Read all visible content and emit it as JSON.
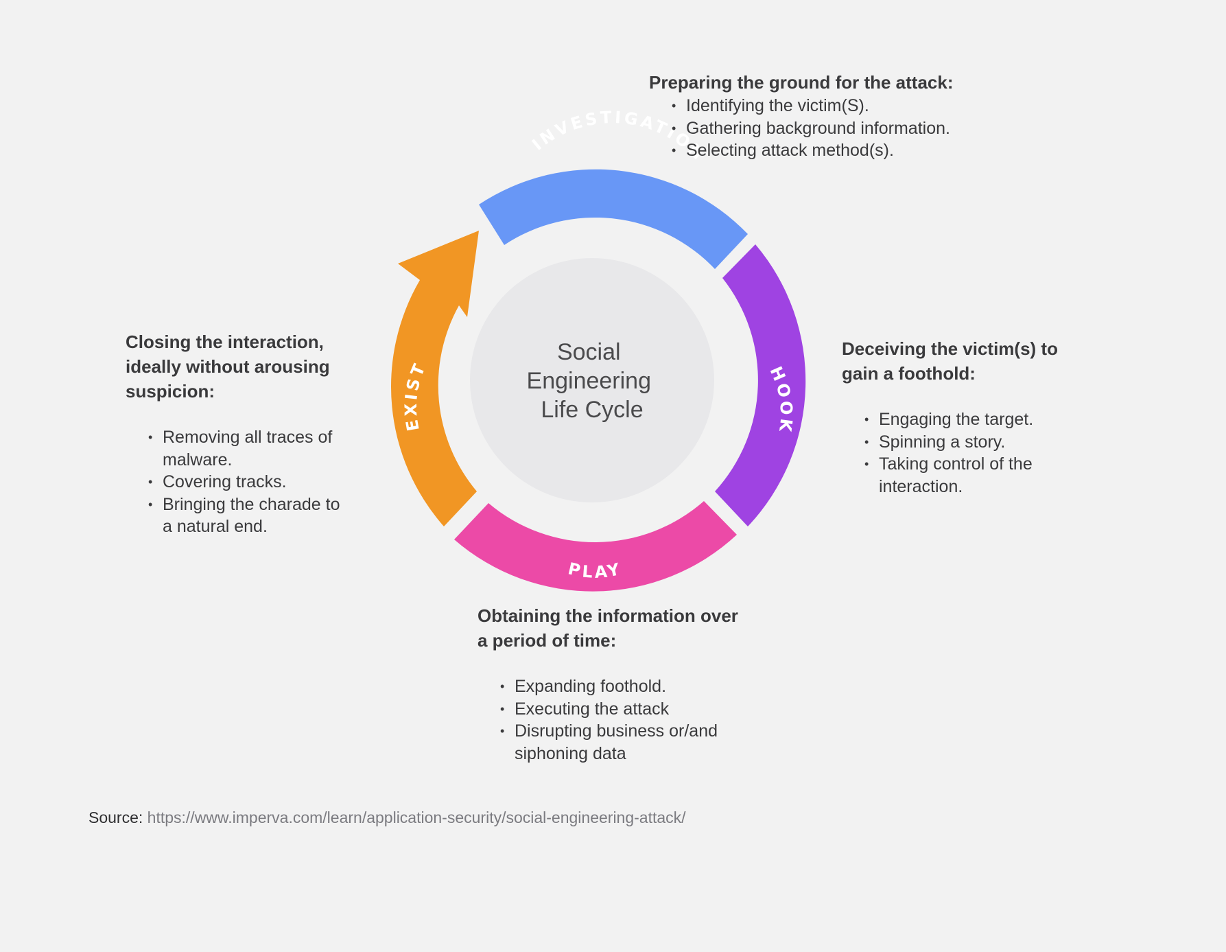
{
  "center": {
    "lines": [
      "Social",
      "Engineering",
      "Life Cycle"
    ]
  },
  "stages": {
    "investigation": {
      "label": "INVESTIGATION",
      "color": "#6897f6"
    },
    "hook": {
      "label": "HOOK",
      "color": "#9f43e2"
    },
    "play": {
      "label": "PLAY",
      "color": "#ec4aa7"
    },
    "exist": {
      "label": "EXIST",
      "color": "#f19624"
    }
  },
  "blocks": {
    "investigation": {
      "heading_lines": [
        "Preparing the ground for the attack:"
      ],
      "items": [
        "Identifying the victim(S).",
        "Gathering background information.",
        "Selecting attack method(s)."
      ]
    },
    "hook": {
      "heading_lines": [
        "Deceiving the victim(s) to",
        "gain a foothold:"
      ],
      "items": [
        "Engaging the target.",
        "Spinning a story.",
        "Taking control of the",
        "interaction."
      ]
    },
    "play": {
      "heading_lines": [
        "Obtaining the information over",
        "a period of time:"
      ],
      "items": [
        "Expanding foothold.",
        "Executing the attack",
        "Disrupting business or/and",
        "siphoning data"
      ]
    },
    "exist": {
      "heading_lines": [
        "Closing the interaction,",
        "ideally without arousing",
        "suspicion:"
      ],
      "items": [
        "Removing all traces of",
        "malware.",
        "Covering tracks.",
        "Bringing the charade to",
        "a natural end."
      ]
    }
  },
  "source": {
    "label": "Source:",
    "url": "https://www.imperva.com/learn/application-security/social-engineering-attack/"
  }
}
